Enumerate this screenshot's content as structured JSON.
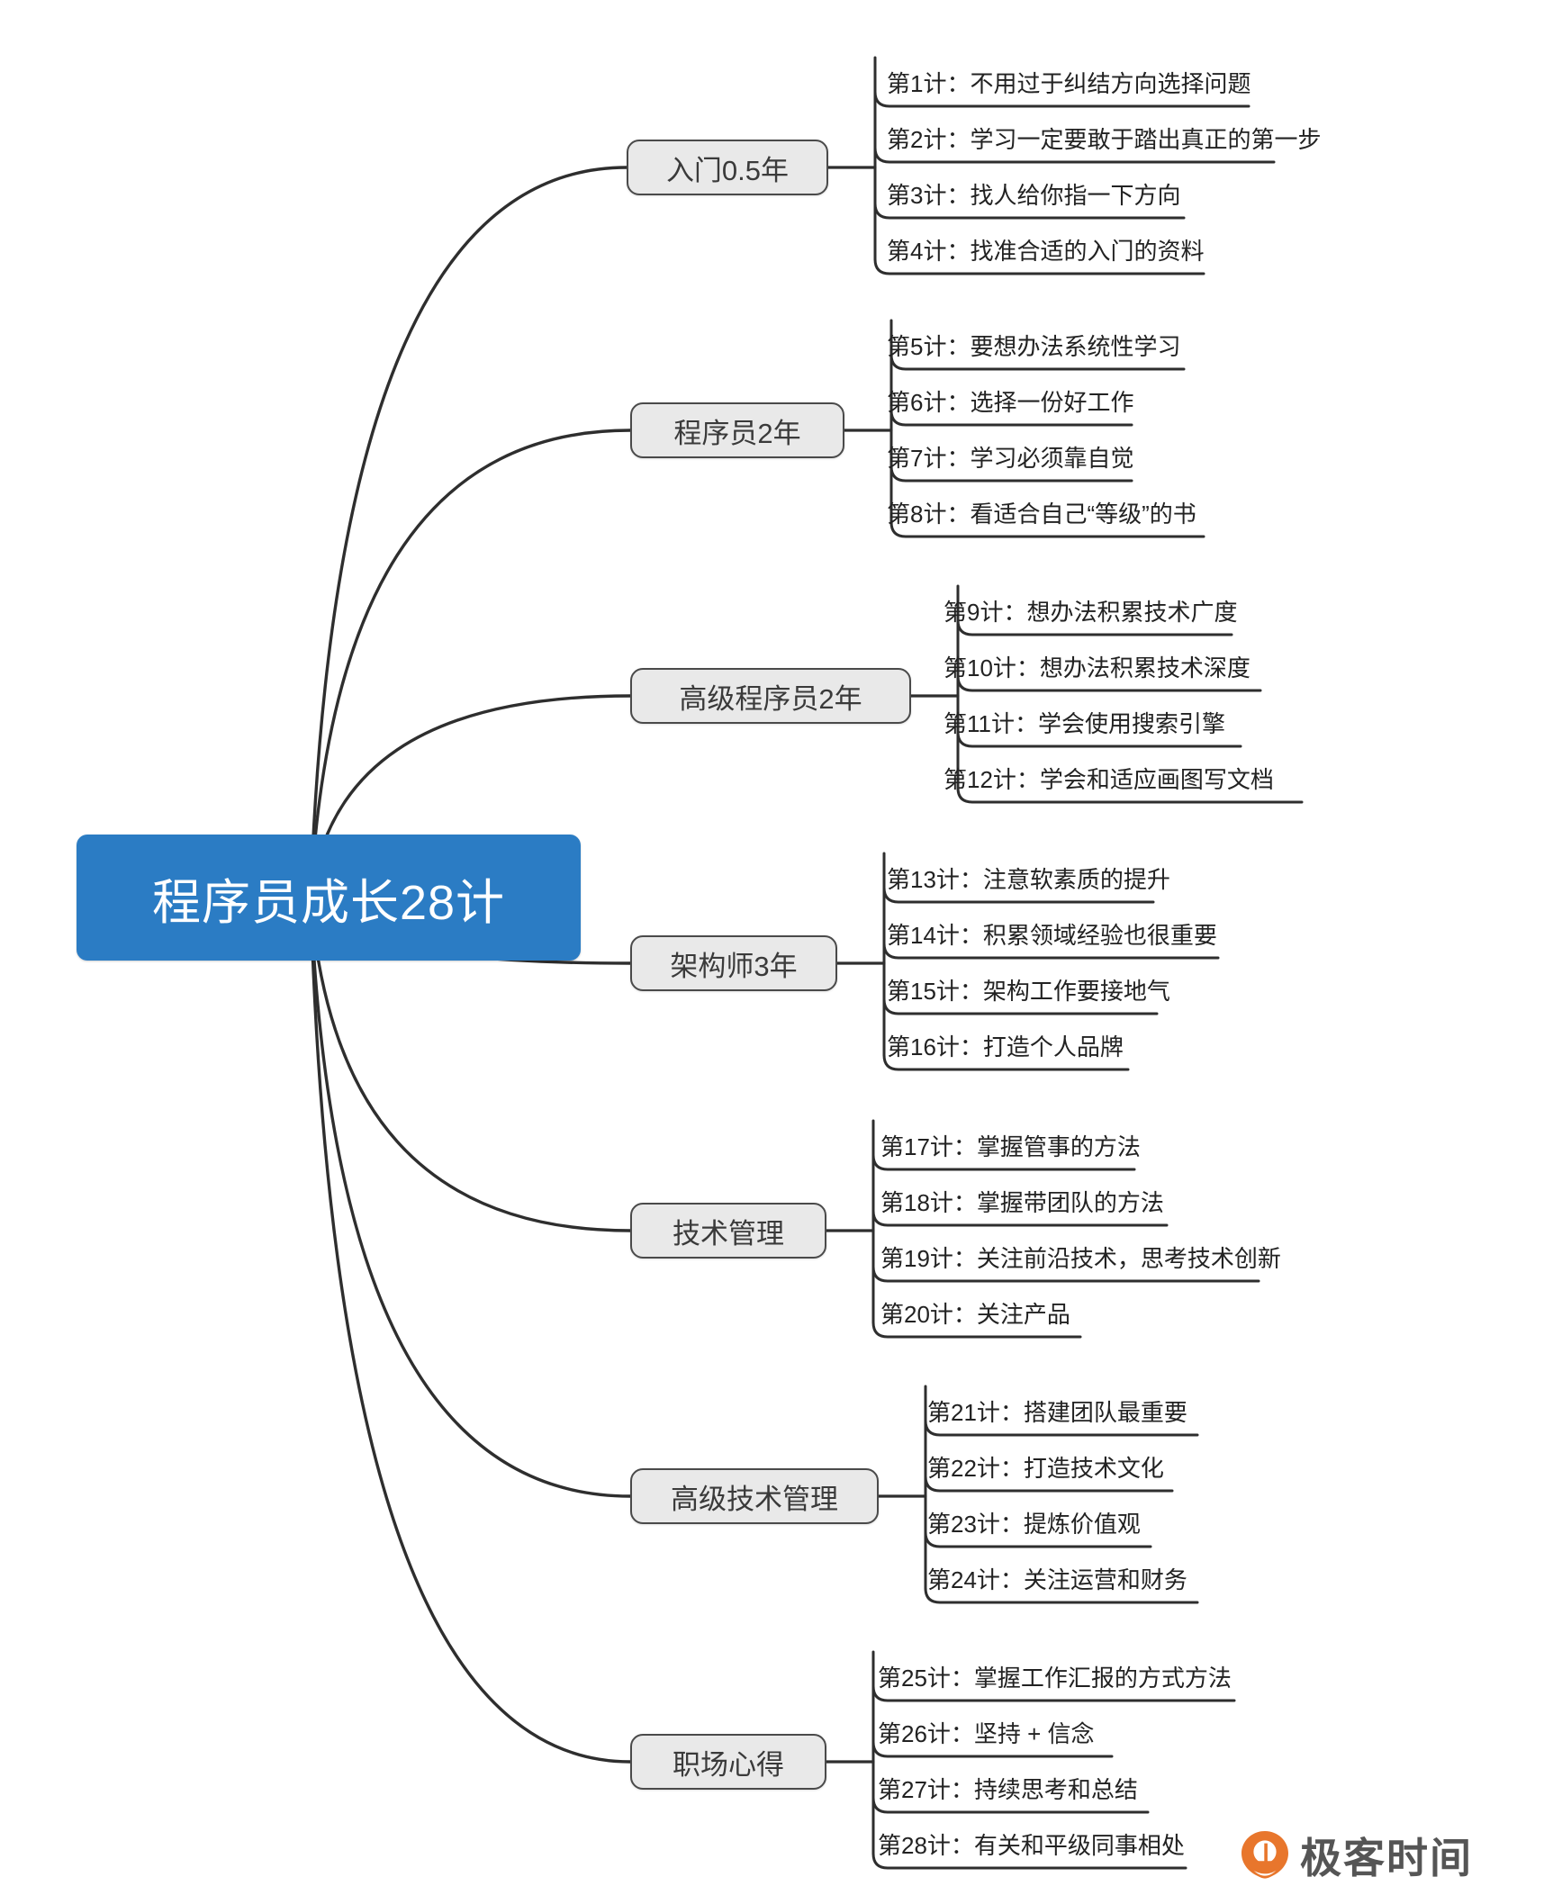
{
  "root": {
    "label": "程序员成长28计",
    "color": "#2b7cc4",
    "text_color": "#ffffff"
  },
  "theme": {
    "branch_fill": "#e9e9e9",
    "branch_stroke": "#4a4a4a",
    "link_stroke": "#2e2e2e",
    "leaf_text": "#222222",
    "background": "#ffffff"
  },
  "branches": [
    {
      "label": "入门0.5年",
      "leaves": [
        "第1计：不用过于纠结方向选择问题",
        "第2计：学习一定要敢于踏出真正的第一步",
        "第3计：找人给你指一下方向",
        "第4计：找准合适的入门的资料"
      ]
    },
    {
      "label": "程序员2年",
      "leaves": [
        "第5计：要想办法系统性学习",
        "第6计：选择一份好工作",
        "第7计：学习必须靠自觉",
        "第8计：看适合自己“等级”的书"
      ]
    },
    {
      "label": "高级程序员2年",
      "leaves": [
        "第9计：想办法积累技术广度",
        "第10计：想办法积累技术深度",
        "第11计：学会使用搜索引擎",
        "第12计：学会和适应画图写文档"
      ]
    },
    {
      "label": "架构师3年",
      "leaves": [
        "第13计：注意软素质的提升",
        "第14计：积累领域经验也很重要",
        "第15计：架构工作要接地气",
        "第16计：打造个人品牌"
      ]
    },
    {
      "label": "技术管理",
      "leaves": [
        "第17计：掌握管事的方法",
        "第18计：掌握带团队的方法",
        "第19计：关注前沿技术，思考技术创新",
        "第20计：关注产品"
      ]
    },
    {
      "label": "高级技术管理",
      "leaves": [
        "第21计：搭建团队最重要",
        "第22计：打造技术文化",
        "第23计：提炼价值观",
        "第24计：关注运营和财务"
      ]
    },
    {
      "label": "职场心得",
      "leaves": [
        "第25计：掌握工作汇报的方式方法",
        "第26计：坚持 + 信念",
        "第27计：持续思考和总结",
        "第28计：有关和平级同事相处"
      ]
    }
  ],
  "logo": {
    "text": "极客时间",
    "mark": "geektime-pin-icon",
    "mark_color": "#e8762c"
  }
}
